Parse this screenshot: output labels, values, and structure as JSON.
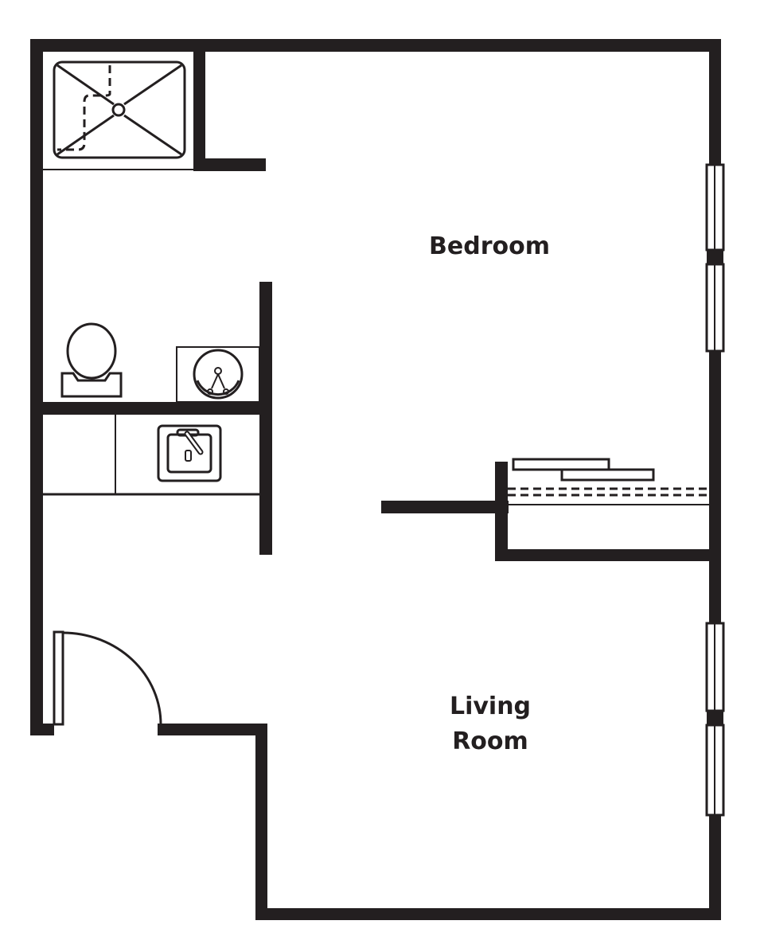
{
  "plan": {
    "colors": {
      "wall": "#231f20",
      "background": "#ffffff"
    },
    "rooms": {
      "bedroom": {
        "label": "Bedroom"
      },
      "living_room": {
        "line1": "Living",
        "line2": "Room"
      }
    },
    "fixtures": [
      "shower-stall",
      "toilet",
      "bathroom-sink",
      "kitchen-sink",
      "closet-sliding-doors",
      "entry-door",
      "window-bedroom",
      "window-living-room"
    ]
  }
}
